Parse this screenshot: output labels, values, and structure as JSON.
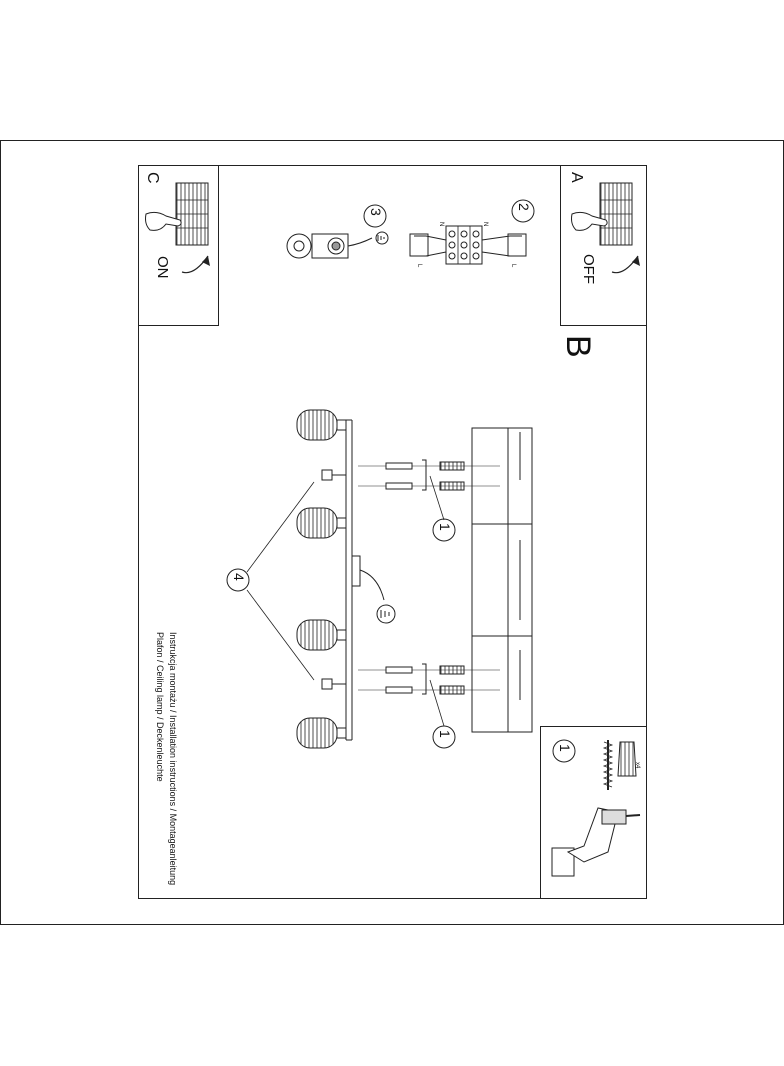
{
  "sheet": {
    "section_main": "B",
    "panel_a": {
      "letter": "A",
      "switch_text": "OFF"
    },
    "panel_c": {
      "letter": "C",
      "switch_text": "ON"
    },
    "step_numbers": {
      "wiring": "2",
      "ground": "3",
      "fixing_left": "1",
      "fixing_right": "1",
      "lamp_callout": "4",
      "tools": "1"
    },
    "terminal_labels": {
      "n": "N",
      "l": "L"
    },
    "tools_quantity": "x4",
    "caption": {
      "line1": "Instrukcja montażu / Installation instructions / Montageanleitung",
      "line2": "Plafon / Ceiling lamp / Deckenleuchte"
    }
  },
  "colors": {
    "stroke": "#1a1a1a",
    "background": "#ffffff",
    "fill_dark": "#555555"
  },
  "icons": [
    "switch-panel-icon",
    "hand-icon",
    "curved-arrow-icon",
    "ground-symbol-icon",
    "terminal-block-icon",
    "drill-icon",
    "dowel-icon",
    "screw-icon",
    "spotlight-icon"
  ]
}
